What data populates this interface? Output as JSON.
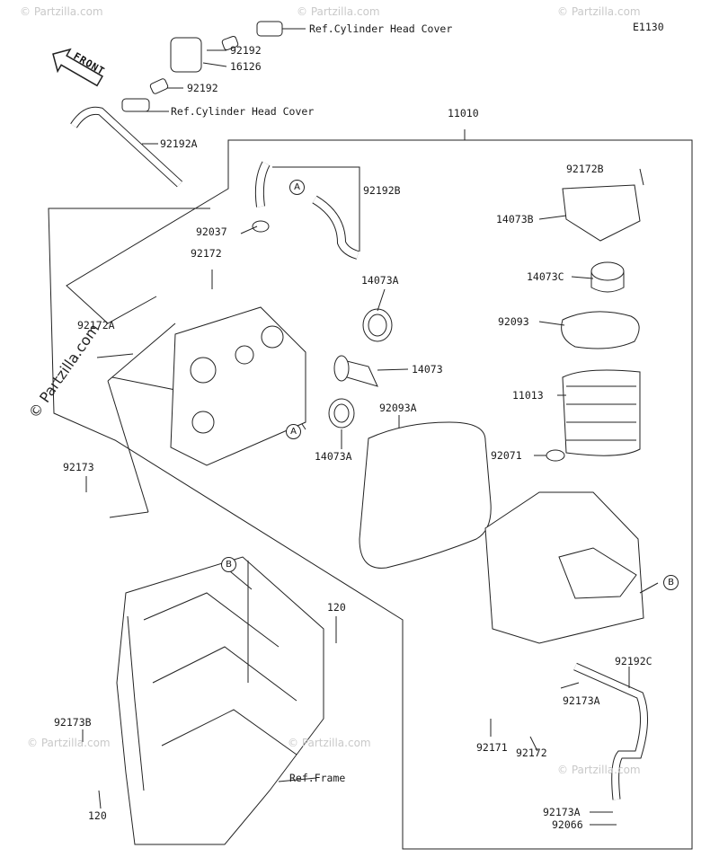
{
  "diagram_code": "E1130",
  "front_arrow": "FRONT",
  "watermark_main": "© Partzilla.com",
  "watermark_small": "© Partzilla.com",
  "callouts": {
    "ref_cyl_head_cover_1": "Ref.Cylinder Head Cover",
    "ref_cyl_head_cover_2": "Ref.Cylinder Head Cover",
    "ref_frame": "Ref.Frame",
    "p92192_a": "92192",
    "p16126": "16126",
    "p92192_b": "92192",
    "p92192A": "92192A",
    "p11010": "11010",
    "p92192B": "92192B",
    "p92037": "92037",
    "p92172_top": "92172",
    "p92172A": "92172A",
    "p14073A_top": "14073A",
    "p14073": "14073",
    "p14073A_bot": "14073A",
    "p92093A": "92093A",
    "p92173": "92173",
    "p92172B": "92172B",
    "p14073B": "14073B",
    "p14073C": "14073C",
    "p92093": "92093",
    "p11013": "11013",
    "p92071": "92071",
    "p120_top": "120",
    "p92173B": "92173B",
    "p120_bot": "120",
    "p92192C": "92192C",
    "p92173A_1": "92173A",
    "p92171": "92171",
    "p92172_bot": "92172",
    "p92173A_2": "92173A",
    "p92066": "92066"
  },
  "markers": {
    "a1": "A",
    "a2": "A",
    "b1": "B",
    "b2": "B"
  }
}
